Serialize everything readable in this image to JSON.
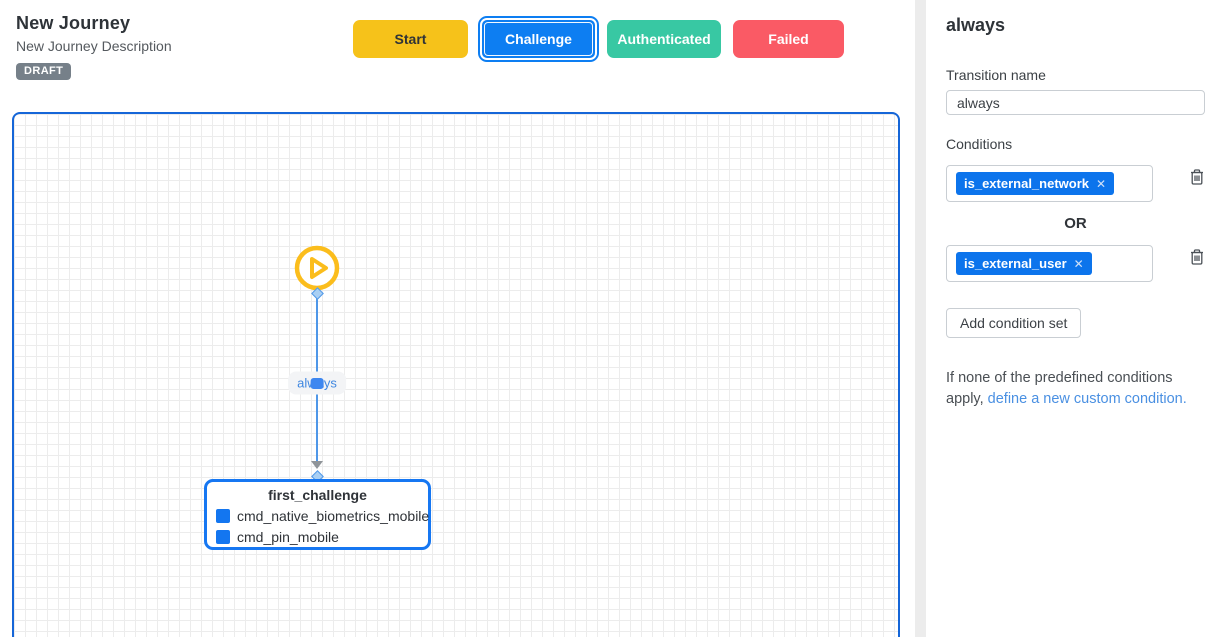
{
  "header": {
    "title": "New Journey",
    "subtitle": "New Journey Description",
    "status_badge": "DRAFT",
    "state_buttons": [
      {
        "label": "Start",
        "selected": false
      },
      {
        "label": "Challenge",
        "selected": true
      },
      {
        "label": "Authenticated",
        "selected": false
      },
      {
        "label": "Failed",
        "selected": false
      }
    ]
  },
  "canvas": {
    "edge_label": "always",
    "node": {
      "title": "first_challenge",
      "items": [
        "cmd_native_biometrics_mobile",
        "cmd_pin_mobile"
      ]
    }
  },
  "sidebar": {
    "title": "always",
    "transition_name": {
      "label": "Transition name",
      "value": "always"
    },
    "conditions": {
      "label": "Conditions",
      "sets": [
        {
          "chips": [
            {
              "label": "is_external_network"
            }
          ]
        },
        {
          "chips": [
            {
              "label": "is_external_user"
            }
          ]
        }
      ],
      "joiner": "OR",
      "add_button_label": "Add condition set"
    },
    "footer": {
      "text_before_link": "If none of the predefined conditions apply, ",
      "link_text": "define a new custom condition."
    }
  },
  "icons": {
    "remove_chip": "✕"
  },
  "colors": {
    "start_yellow": "#F6C21A",
    "challenge_blue": "#0D7EF2",
    "authenticated_teal": "#38C8A3",
    "failed_red": "#FA5A65",
    "chip_blue": "#0C74EC",
    "node_border_blue": "#1677F2",
    "edge_blue": "#4F97E8",
    "canvas_border_blue": "#1566D8",
    "link_blue": "#4A90E2",
    "draft_badge_gray": "#768089"
  }
}
